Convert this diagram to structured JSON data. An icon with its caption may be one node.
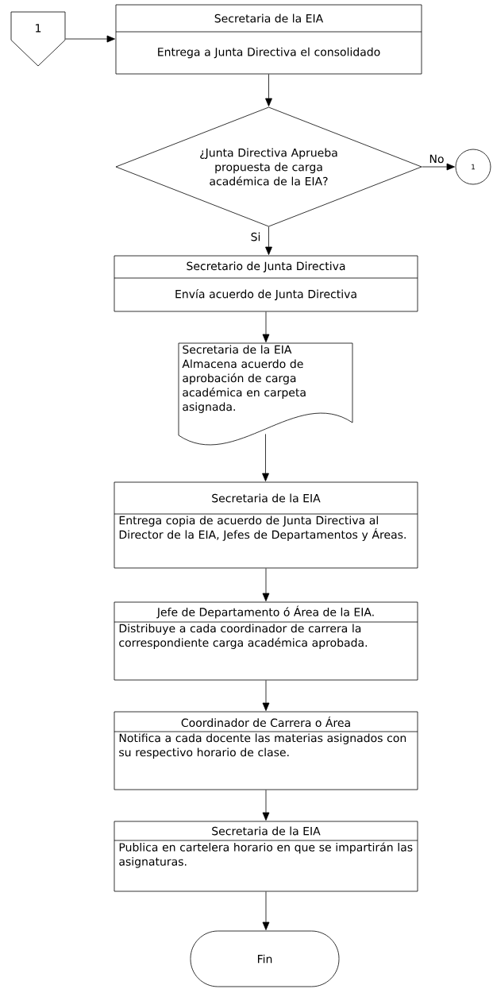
{
  "diagram": {
    "nodes": [
      {
        "text": [
          "1"
        ]
      },
      {
        "text": [
          "Secretaria de la EIA",
          "Entrega a Junta Directiva el consolidado"
        ]
      },
      {
        "text": [
          "¿Junta Directiva Aprueba propuesta de carga académica de la EIA?"
        ]
      },
      {
        "text": [
          "1"
        ]
      },
      {
        "text": [
          "Secretario de Junta Directiva",
          "Envía acuerdo de Junta Directiva"
        ]
      },
      {
        "text": [
          "Secretaria de la EIA Almacena acuerdo de aprobación de carga académica en carpeta asignada."
        ]
      },
      {
        "text": [
          "Secretaria de la EIA",
          "Entrega copia de acuerdo de Junta Directiva al Director de la EIA, Jefes de Departamentos y Áreas."
        ]
      },
      {
        "text": [
          "Jefe de Departamento ó Área de la EIA.",
          "Distribuye a cada coordinador de carrera la correspondiente carga académica aprobada."
        ]
      },
      {
        "text": [
          "Coordinador de Carrera o Área",
          "Notifica a cada docente las materias asignados con su respectivo horario de clase."
        ]
      },
      {
        "text": [
          "Secretaria de la EIA",
          "Publica en cartelera horario en que se impartirán las asignaturas."
        ]
      },
      {
        "text": [
          "Fin"
        ]
      }
    ],
    "edges": [
      {
        "from": 0,
        "to": 1,
        "arrow": "to"
      },
      {
        "from": 1,
        "to": 2,
        "arrow": "to"
      },
      {
        "from": 2,
        "to": 3,
        "arrow": "to",
        "label": "No"
      },
      {
        "from": 2,
        "to": 4,
        "arrow": "to",
        "label": "Si"
      },
      {
        "from": 4,
        "to": 5,
        "arrow": "to"
      },
      {
        "from": 5,
        "to": 6,
        "arrow": "to"
      },
      {
        "from": 6,
        "to": 7,
        "arrow": "to"
      },
      {
        "from": 7,
        "to": 8,
        "arrow": "to"
      },
      {
        "from": 8,
        "to": 9,
        "arrow": "to"
      },
      {
        "from": 9,
        "to": 10,
        "arrow": "to"
      }
    ]
  }
}
